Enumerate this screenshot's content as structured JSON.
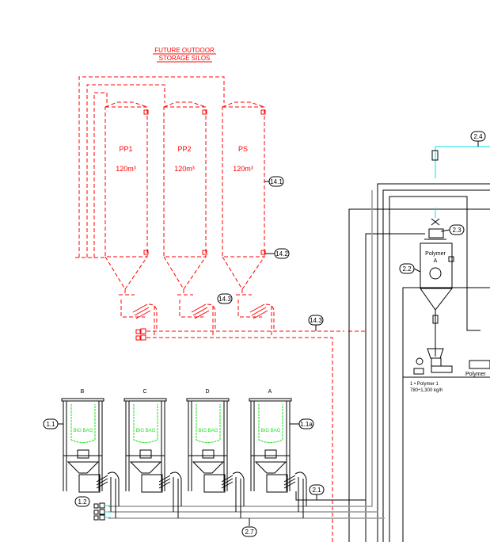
{
  "title": {
    "line1": "FUTURE OUTDOOR",
    "line2": "STORAGE SILOS"
  },
  "silos": [
    {
      "name": "PP1",
      "volume": "120m³"
    },
    {
      "name": "PP2",
      "volume": "120m³"
    },
    {
      "name": "PS",
      "volume": "120m³"
    }
  ],
  "stations": [
    {
      "letter": "B",
      "bag_label": "BIG BAG"
    },
    {
      "letter": "C",
      "bag_label": "BIG BAG"
    },
    {
      "letter": "D",
      "bag_label": "BIG BAG"
    },
    {
      "letter": "A",
      "bag_label": "BIG BAG"
    }
  ],
  "vessel": {
    "name": "Polymer",
    "sub": "A"
  },
  "feeder": {
    "line1": "1 • Polymer 1",
    "line2": "780÷1,300 kg/h",
    "side_label": "Polymer"
  },
  "tags": {
    "t141": "14.1",
    "t142": "14.2",
    "t143a": "14.3",
    "t143b": "14.3",
    "t24": "2.4",
    "t23": "2.3",
    "t22": "2.2",
    "t21": "2.1",
    "t27": "2.7",
    "t11": "1.1",
    "t11a": "1.1a",
    "t12": "1.2"
  },
  "colors": {
    "future": "#ff0000",
    "existing": "#000000",
    "bag": "#22dd22",
    "air": "#00e5ee",
    "pipe": "#999999"
  }
}
